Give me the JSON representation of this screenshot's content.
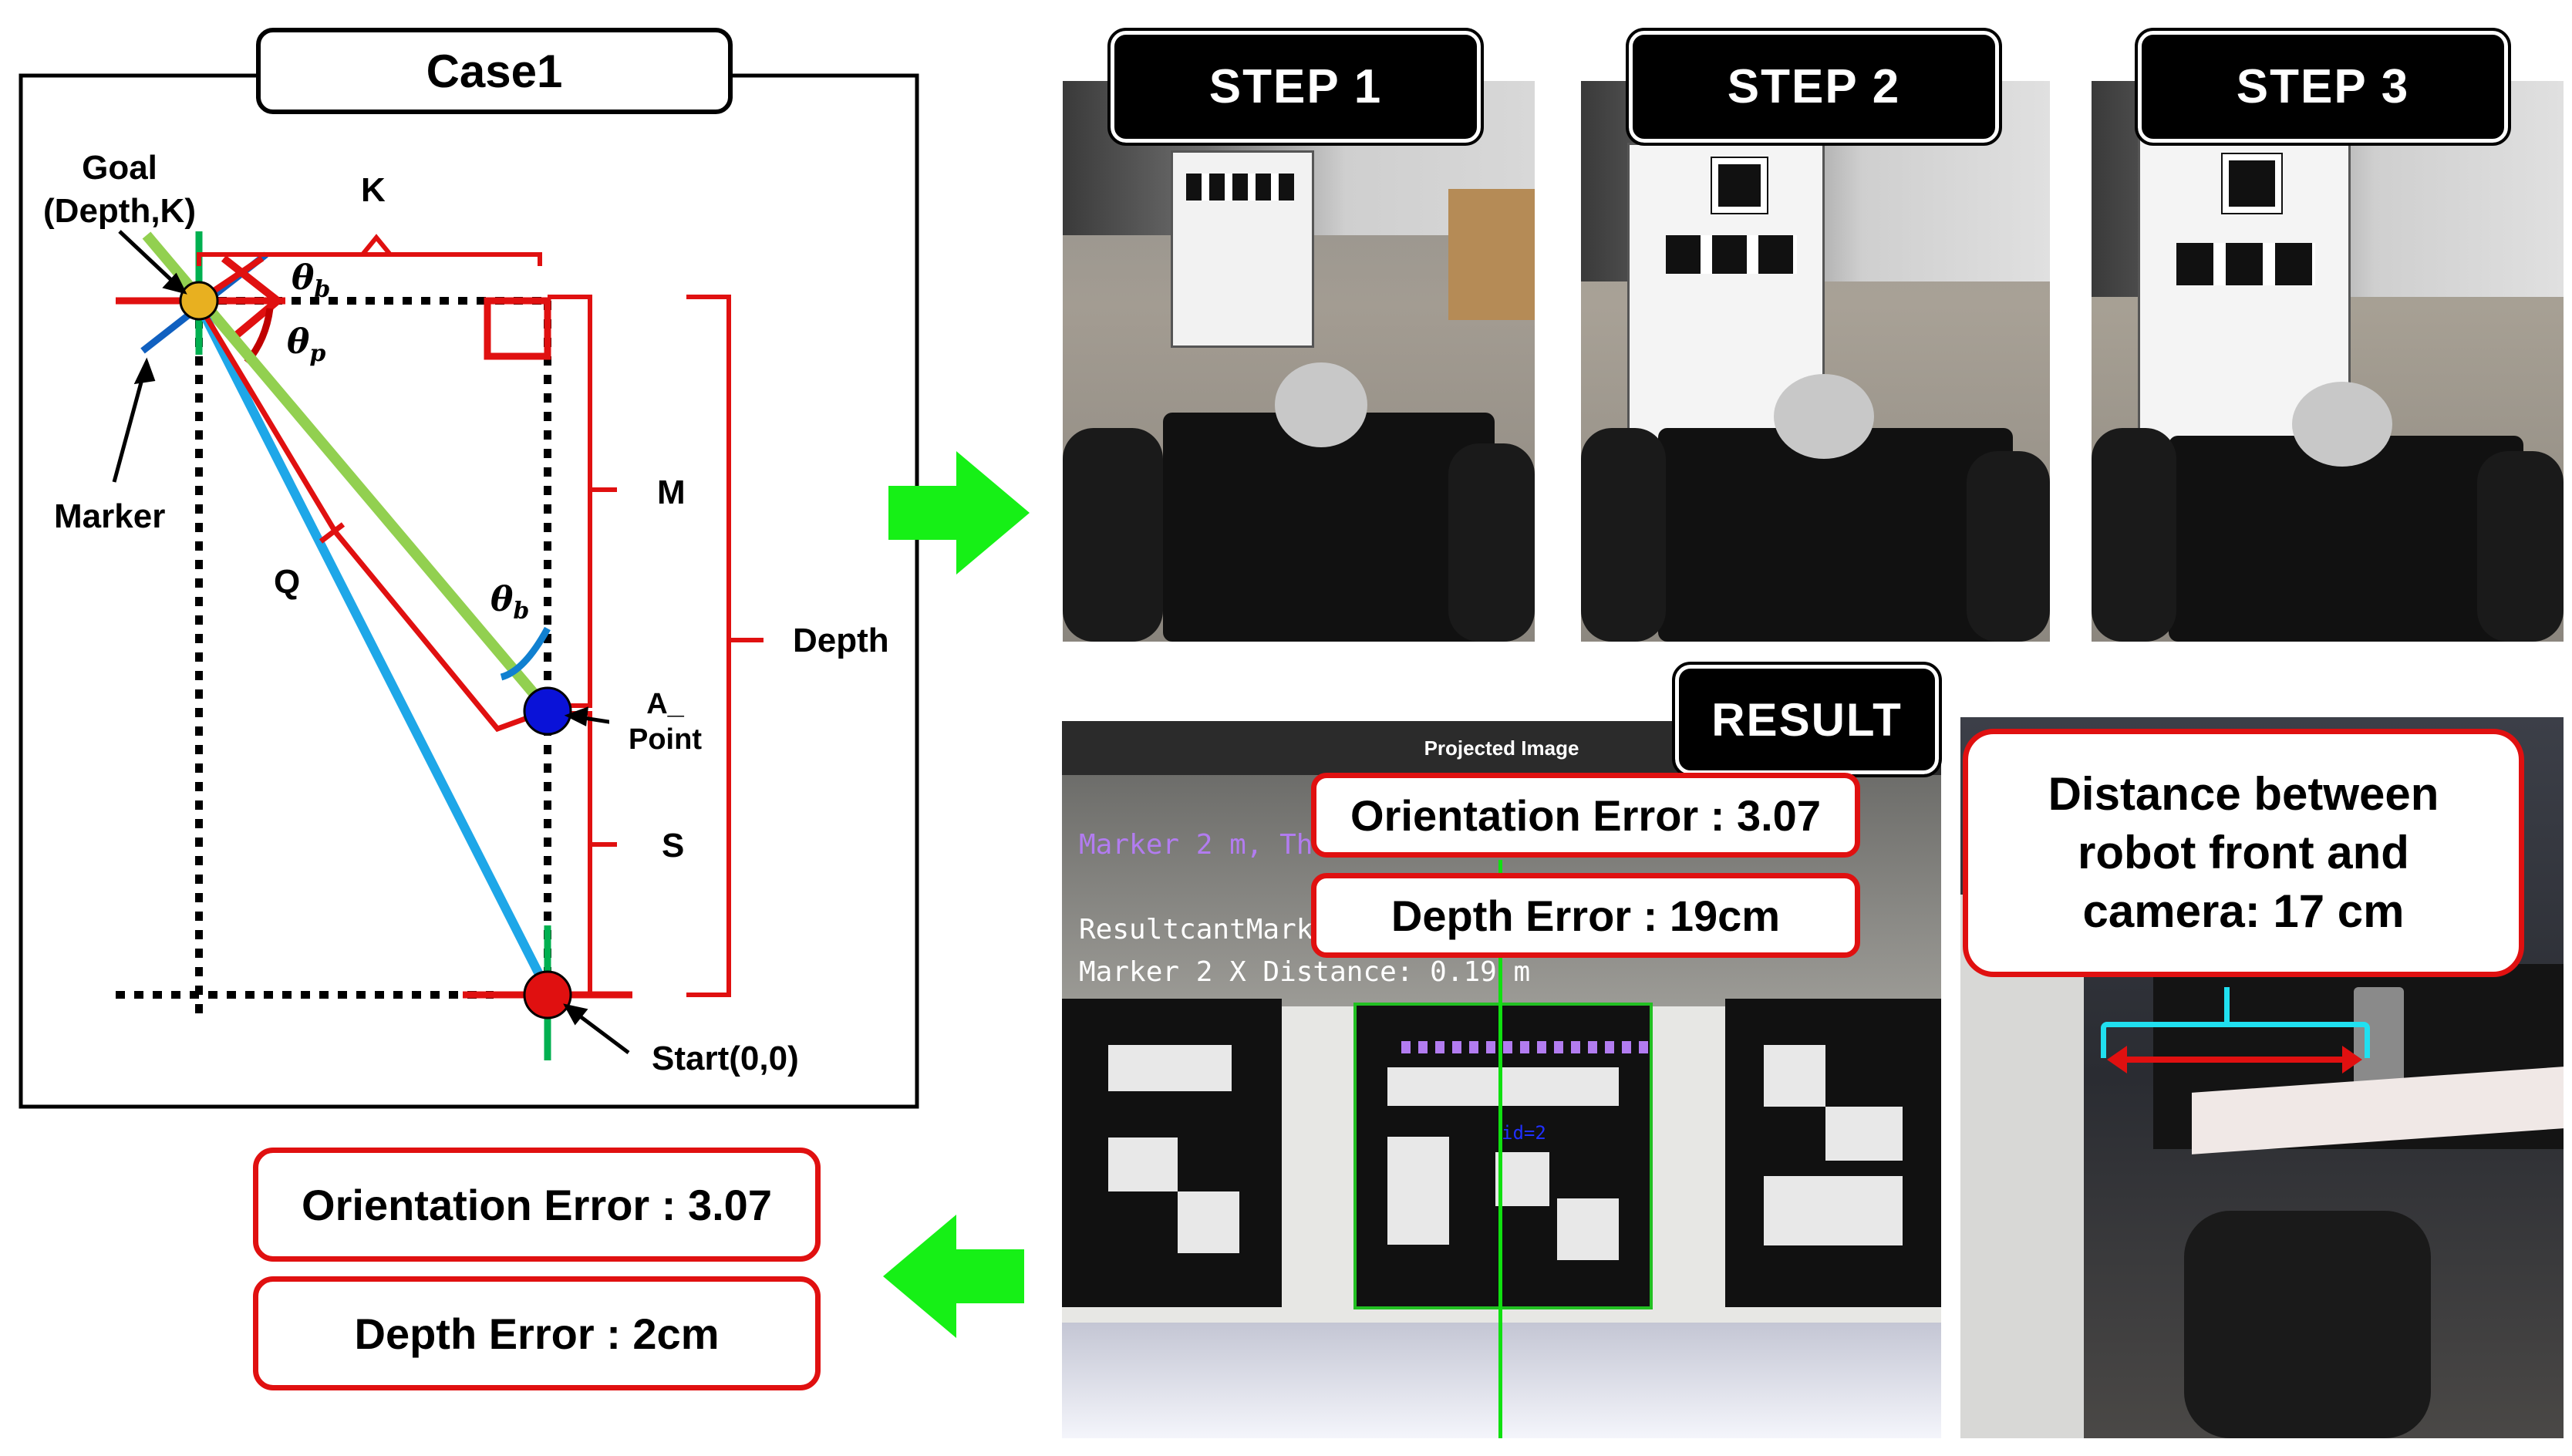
{
  "case_title": "Case1",
  "diagram": {
    "goal_label_line1": "Goal",
    "goal_label_line2": "(Depth,K)",
    "k_label": "K",
    "theta_b_label": "θ",
    "theta_b_sub": "b",
    "theta_p_label": "θ",
    "theta_p_sub": "p",
    "marker_label": "Marker",
    "q_label": "Q",
    "m_label": "M",
    "depth_label": "Depth",
    "a_point_line1": "A_",
    "a_point_line2": "Point",
    "s_label": "S",
    "start_label": "Start(0,0)"
  },
  "steps": [
    {
      "label": "STEP 1"
    },
    {
      "label": "STEP 2"
    },
    {
      "label": "STEP 3"
    }
  ],
  "result": {
    "tag": "RESULT",
    "window_title": "Projected Image",
    "overlay_marker_text": "Marker 2 m, Th",
    "overlay_result_text": "ResultcantMarkerT",
    "overlay_distance_text": "Marker 2 X Distance: 0.19 m",
    "overlay_id_text": "id=2",
    "orientation_error": "Orientation Error : 3.07",
    "depth_error": "Depth Error : 19cm"
  },
  "camera_note": "Distance between robot front and camera: 17 cm",
  "final": {
    "orientation_error": "Orientation Error : 3.07",
    "depth_error": "Depth Error : 2cm"
  },
  "colors": {
    "accent_red": "#e01010",
    "arrow_green": "#16f016",
    "line_green": "#92d050",
    "line_blue": "#1ea7e8",
    "point_blue": "#0a12d8"
  },
  "icons": [
    "right-arrow-icon",
    "left-arrow-icon"
  ]
}
